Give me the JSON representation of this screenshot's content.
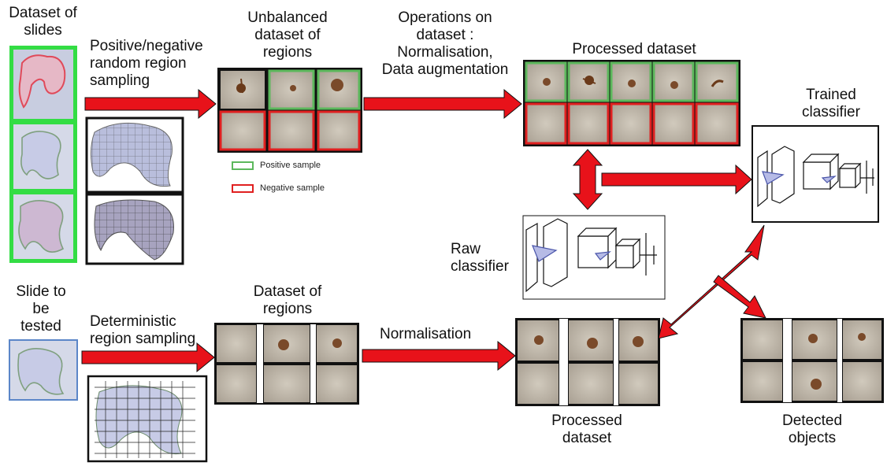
{
  "labels": {
    "dataset_of_slides": "Dataset of\nslides",
    "random_sampling": "Positive/negative\nrandom region\nsampling",
    "unbalanced_dataset": "Unbalanced\ndataset of\nregions",
    "operations": "Operations on\ndataset :\nNormalisation,\nData augmentation",
    "processed_dataset_top": "Processed dataset",
    "trained_classifier": "Trained\nclassifier",
    "raw_classifier": "Raw\nclassifier",
    "slide_to_be_tested": "Slide to\nbe\ntested",
    "deterministic_sampling": "Determini­stic\nregion sampling",
    "dataset_of_regions": "Dataset of\nregions",
    "normalisation": "Normalisation",
    "processed_dataset_bottom": "Processed\ndataset",
    "detected_objects": "Detected\nobjects"
  },
  "legend": {
    "positive": "Positive sample",
    "negative": "Negative sample"
  },
  "colors": {
    "arrow_red": "#e8121a",
    "positive_green": "#5cb85c",
    "negative_red": "#e02020",
    "slide_bg_green": "#33dd44",
    "tile_base": "#b9b2a6",
    "tissue": "#c9cde6"
  }
}
